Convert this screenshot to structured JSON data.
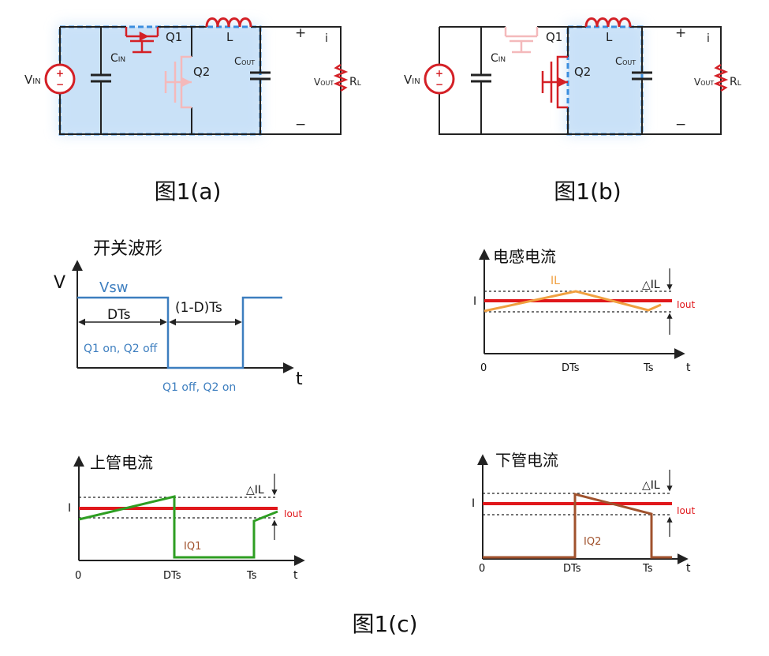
{
  "circuits": {
    "a": {
      "caption": "图1(a)",
      "vin": "V",
      "vin_sub": "IN",
      "cin": "C",
      "cin_sub": "IN",
      "q1": "Q1",
      "q2": "Q2",
      "l": "L",
      "cout": "C",
      "cout_sub": "OUT",
      "vout": "V",
      "vout_sub": "OUT",
      "rl": "R",
      "rl_sub": "L",
      "plus": "+",
      "minus": "−",
      "current": "i",
      "src_plus": "+",
      "src_minus": "−"
    },
    "b": {
      "caption": "图1(b)",
      "vin": "V",
      "vin_sub": "IN",
      "cin": "C",
      "cin_sub": "IN",
      "q1": "Q1",
      "q2": "Q2",
      "l": "L",
      "cout": "C",
      "cout_sub": "OUT",
      "vout": "V",
      "vout_sub": "OUT",
      "rl": "R",
      "rl_sub": "L",
      "plus": "+",
      "minus": "−",
      "current": "i",
      "src_plus": "+",
      "src_minus": "−"
    }
  },
  "waveforms": {
    "caption": "图1(c)",
    "switch": {
      "title": "开关波形",
      "y_axis": "V",
      "x_axis": "t",
      "signal": "Vsw",
      "dts": "DTs",
      "one_minus_d": "(1-D)Ts",
      "q1on": "Q1 on, Q2 off",
      "q1off": "Q1 off, Q2 on"
    },
    "inductor": {
      "title": "电感电流",
      "current_label": "I",
      "wave_label": "IL",
      "ripple": "△IL",
      "iout": "Iout",
      "x0": "0",
      "xdts": "DTs",
      "xts": "Ts",
      "xt": "t"
    },
    "upper": {
      "title": "上管电流",
      "current_label": "I",
      "wave_label": "IQ1",
      "ripple": "△IL",
      "iout": "Iout",
      "x0": "0",
      "xdts": "DTs",
      "xts": "Ts",
      "xt": "t"
    },
    "lower": {
      "title": "下管电流",
      "current_label": "I",
      "wave_label": "IQ2",
      "ripple": "△IL",
      "iout": "Iout",
      "x0": "0",
      "xdts": "DTs",
      "xts": "Ts",
      "xt": "t"
    }
  },
  "colors": {
    "wire": "#222222",
    "active": "#d42026",
    "faded": "#f4b9bb",
    "glow": "#5aa7e6",
    "glow_dash": "#3b8ede",
    "switch_wave": "#3d7ebf",
    "iout_line": "#e0171b",
    "inductor_wave": "#f0a040",
    "q1_wave": "#2e9e22",
    "q2_wave": "#a0522d"
  }
}
